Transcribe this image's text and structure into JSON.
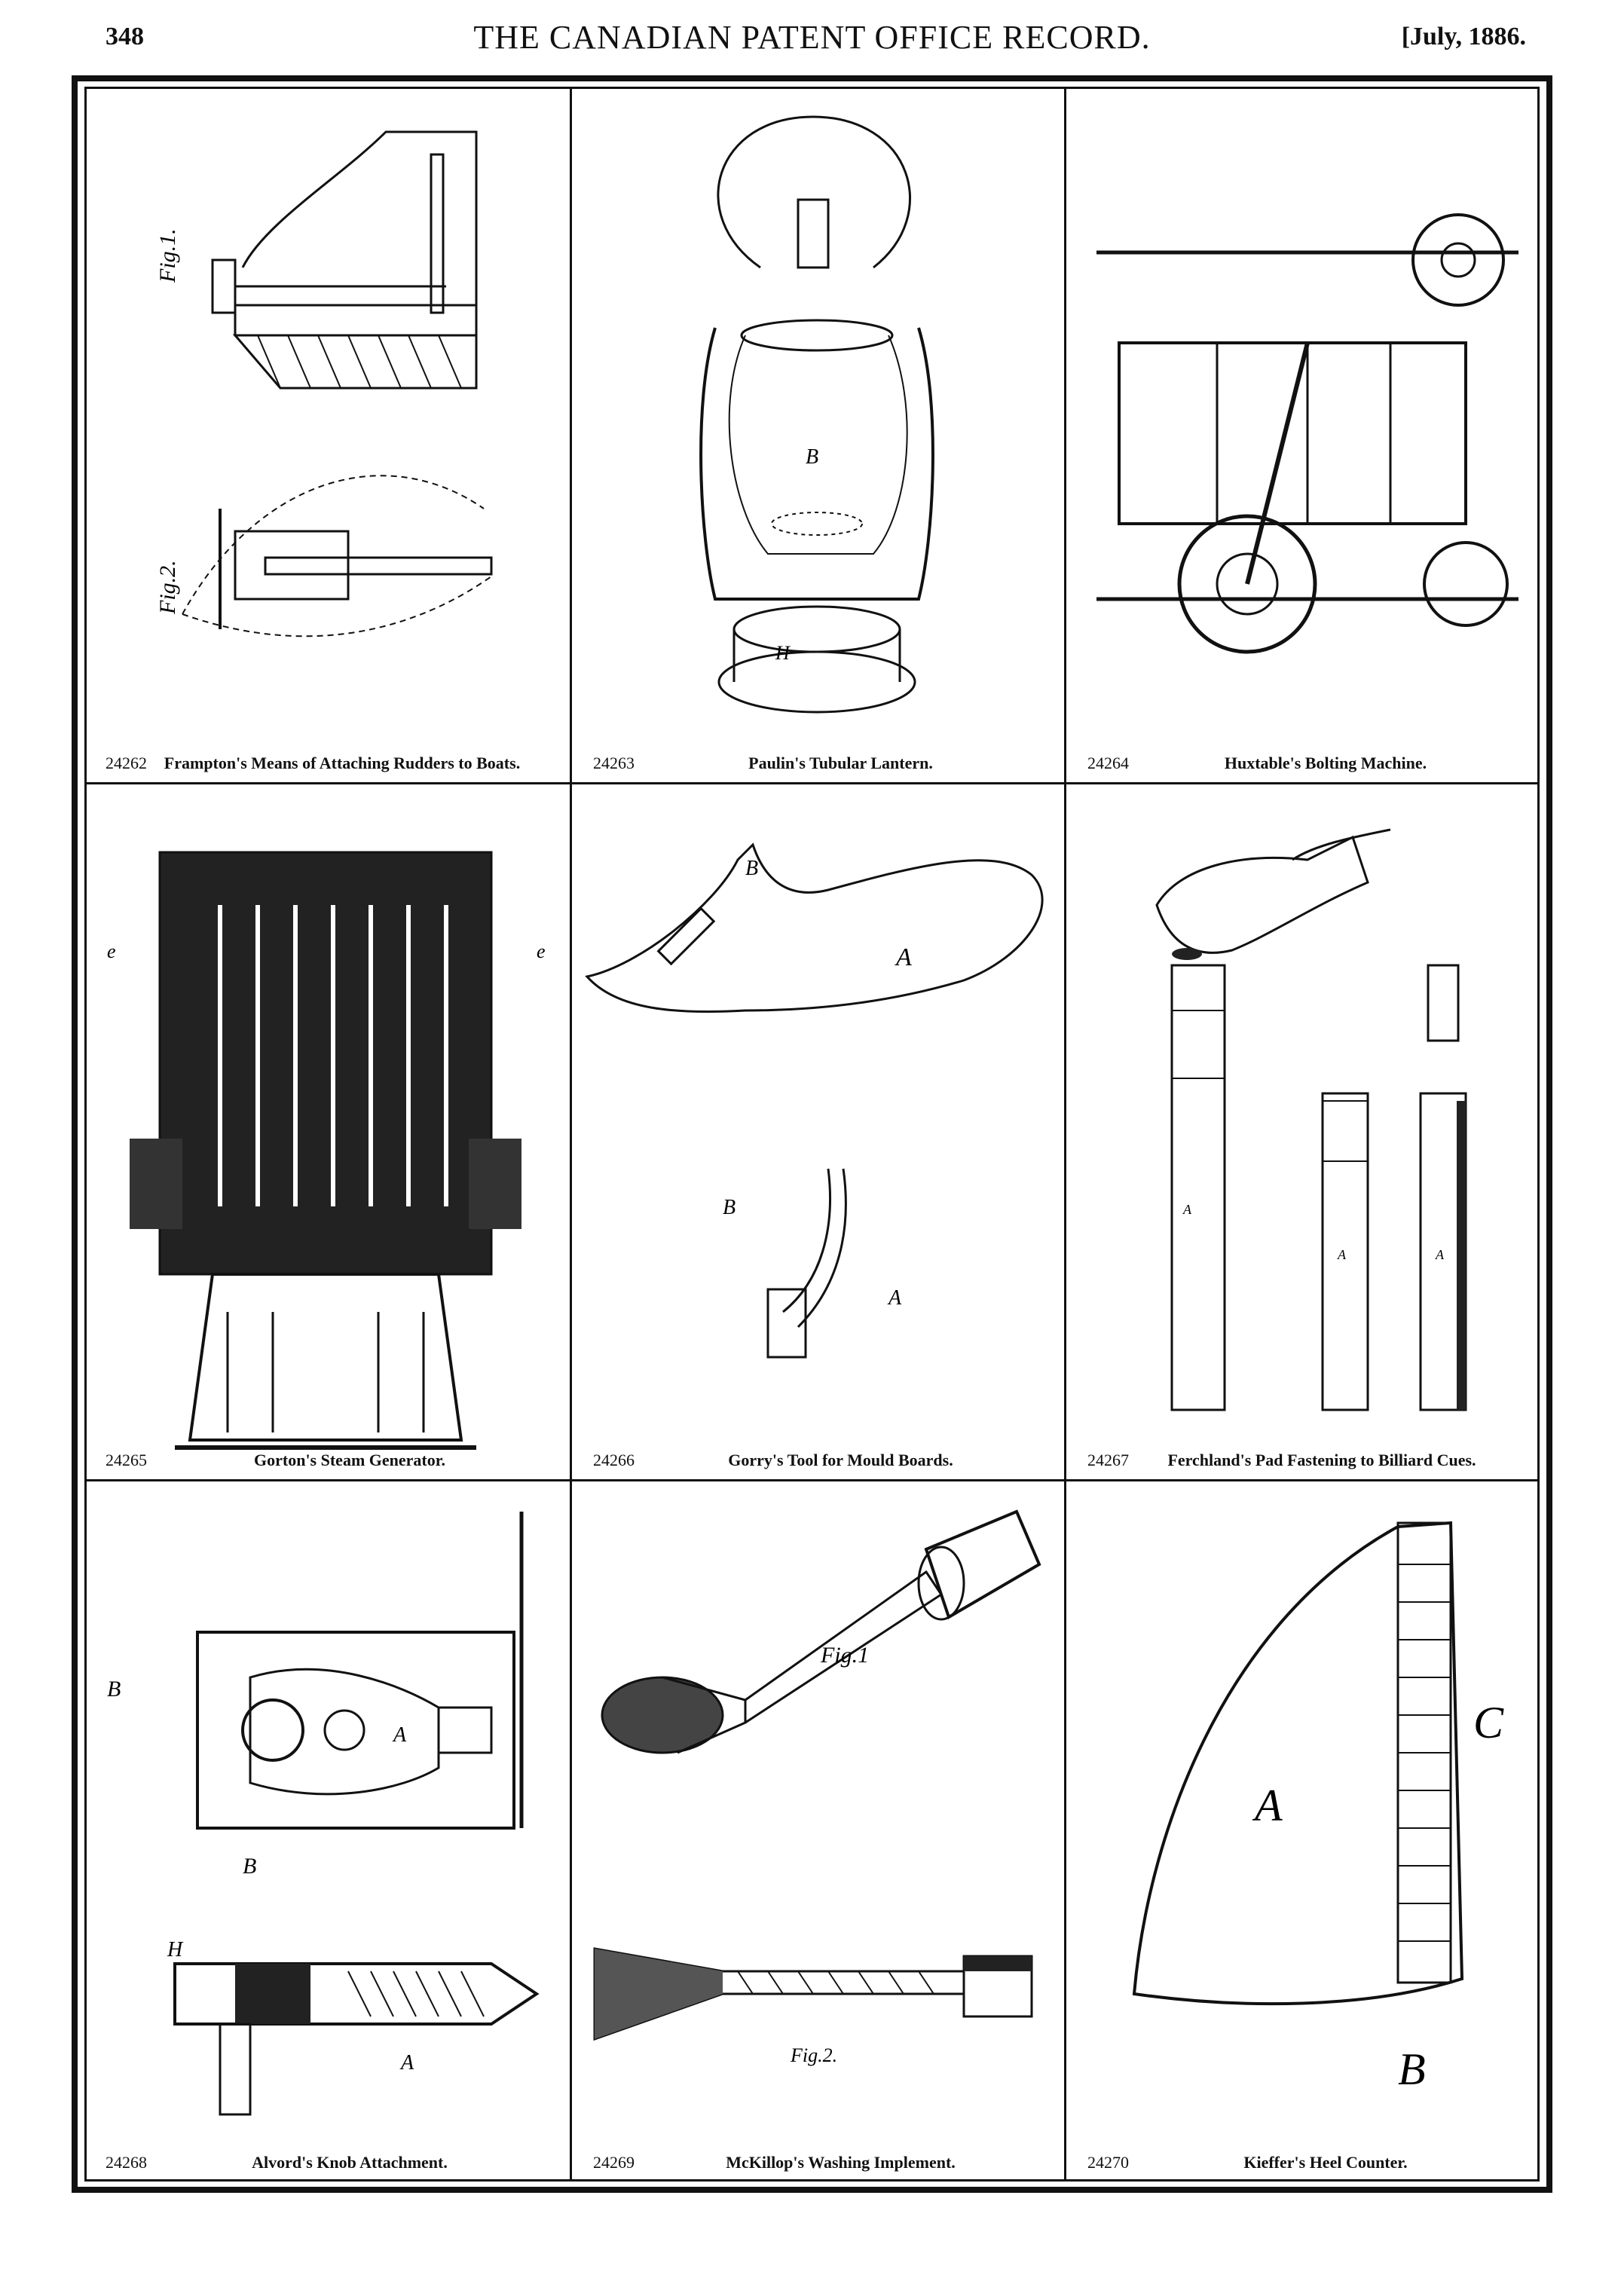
{
  "header": {
    "page_number": "348",
    "title": "THE CANADIAN PATENT OFFICE RECORD.",
    "date": "[July, 1886."
  },
  "plates": [
    {
      "number": "24262",
      "caption": "Frampton's Means of Attaching Rudders to Boats."
    },
    {
      "number": "24263",
      "caption": "Paulin's Tubular Lantern."
    },
    {
      "number": "24264",
      "caption": "Huxtable's Bolting Machine."
    },
    {
      "number": "24265",
      "caption": "Gorton's Steam Generator."
    },
    {
      "number": "24266",
      "caption": "Gorry's Tool for Mould Boards."
    },
    {
      "number": "24267",
      "caption": "Ferchland's Pad Fastening to Billiard Cues."
    },
    {
      "number": "24268",
      "caption": "Alvord's Knob Attachment."
    },
    {
      "number": "24269",
      "caption": "McKillop's Washing Implement."
    },
    {
      "number": "24270",
      "caption": "Kieffer's Heel Counter."
    }
  ],
  "figure_labels": {
    "fig1": "Fig.1.",
    "fig2": "Fig.2.",
    "mc_fig1": "Fig.1",
    "mc_fig2": "Fig.2."
  }
}
